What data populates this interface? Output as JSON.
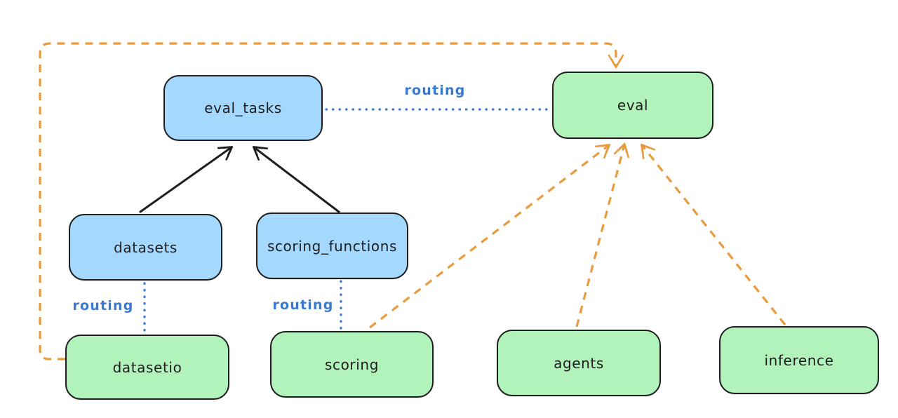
{
  "diagram": {
    "type": "architecture-diagram",
    "nodes": [
      {
        "id": "eval_tasks",
        "label": "eval_tasks",
        "kind": "api",
        "fill": "#a5d8ff"
      },
      {
        "id": "eval",
        "label": "eval",
        "kind": "provider",
        "fill": "#b2f2bb"
      },
      {
        "id": "datasets",
        "label": "datasets",
        "kind": "api",
        "fill": "#a5d8ff"
      },
      {
        "id": "scoring_functions",
        "label": "scoring_functions",
        "kind": "api",
        "fill": "#a5d8ff"
      },
      {
        "id": "datasetio",
        "label": "datasetio",
        "kind": "provider",
        "fill": "#b2f2bb"
      },
      {
        "id": "scoring",
        "label": "scoring",
        "kind": "provider",
        "fill": "#b2f2bb"
      },
      {
        "id": "agents",
        "label": "agents",
        "kind": "provider",
        "fill": "#b2f2bb"
      },
      {
        "id": "inference",
        "label": "inference",
        "kind": "provider",
        "fill": "#b2f2bb"
      }
    ],
    "edges": [
      {
        "from": "datasets",
        "to": "eval_tasks",
        "style": "solid",
        "color": "#1e1e1e",
        "arrow": true,
        "label": ""
      },
      {
        "from": "scoring_functions",
        "to": "eval_tasks",
        "style": "solid",
        "color": "#1e1e1e",
        "arrow": true,
        "label": ""
      },
      {
        "from": "eval_tasks",
        "to": "eval",
        "style": "dotted",
        "color": "#3b78cf",
        "arrow": false,
        "label": "routing"
      },
      {
        "from": "datasets",
        "to": "datasetio",
        "style": "dotted",
        "color": "#3b78cf",
        "arrow": false,
        "label": "routing"
      },
      {
        "from": "scoring_functions",
        "to": "scoring",
        "style": "dotted",
        "color": "#3b78cf",
        "arrow": false,
        "label": "routing"
      },
      {
        "from": "datasetio",
        "to": "eval",
        "style": "dashed",
        "color": "#ea9b3e",
        "arrow": true,
        "label": ""
      },
      {
        "from": "scoring",
        "to": "eval",
        "style": "dashed",
        "color": "#ea9b3e",
        "arrow": true,
        "label": ""
      },
      {
        "from": "agents",
        "to": "eval",
        "style": "dashed",
        "color": "#ea9b3e",
        "arrow": true,
        "label": ""
      },
      {
        "from": "inference",
        "to": "eval",
        "style": "dashed",
        "color": "#ea9b3e",
        "arrow": true,
        "label": ""
      }
    ],
    "colors": {
      "api_fill": "#a5d8ff",
      "provider_fill": "#b2f2bb",
      "node_stroke": "#1e1e1e",
      "routing_blue": "#3b78cf",
      "dashed_orange": "#ea9b3e",
      "background": "#ffffff"
    }
  }
}
